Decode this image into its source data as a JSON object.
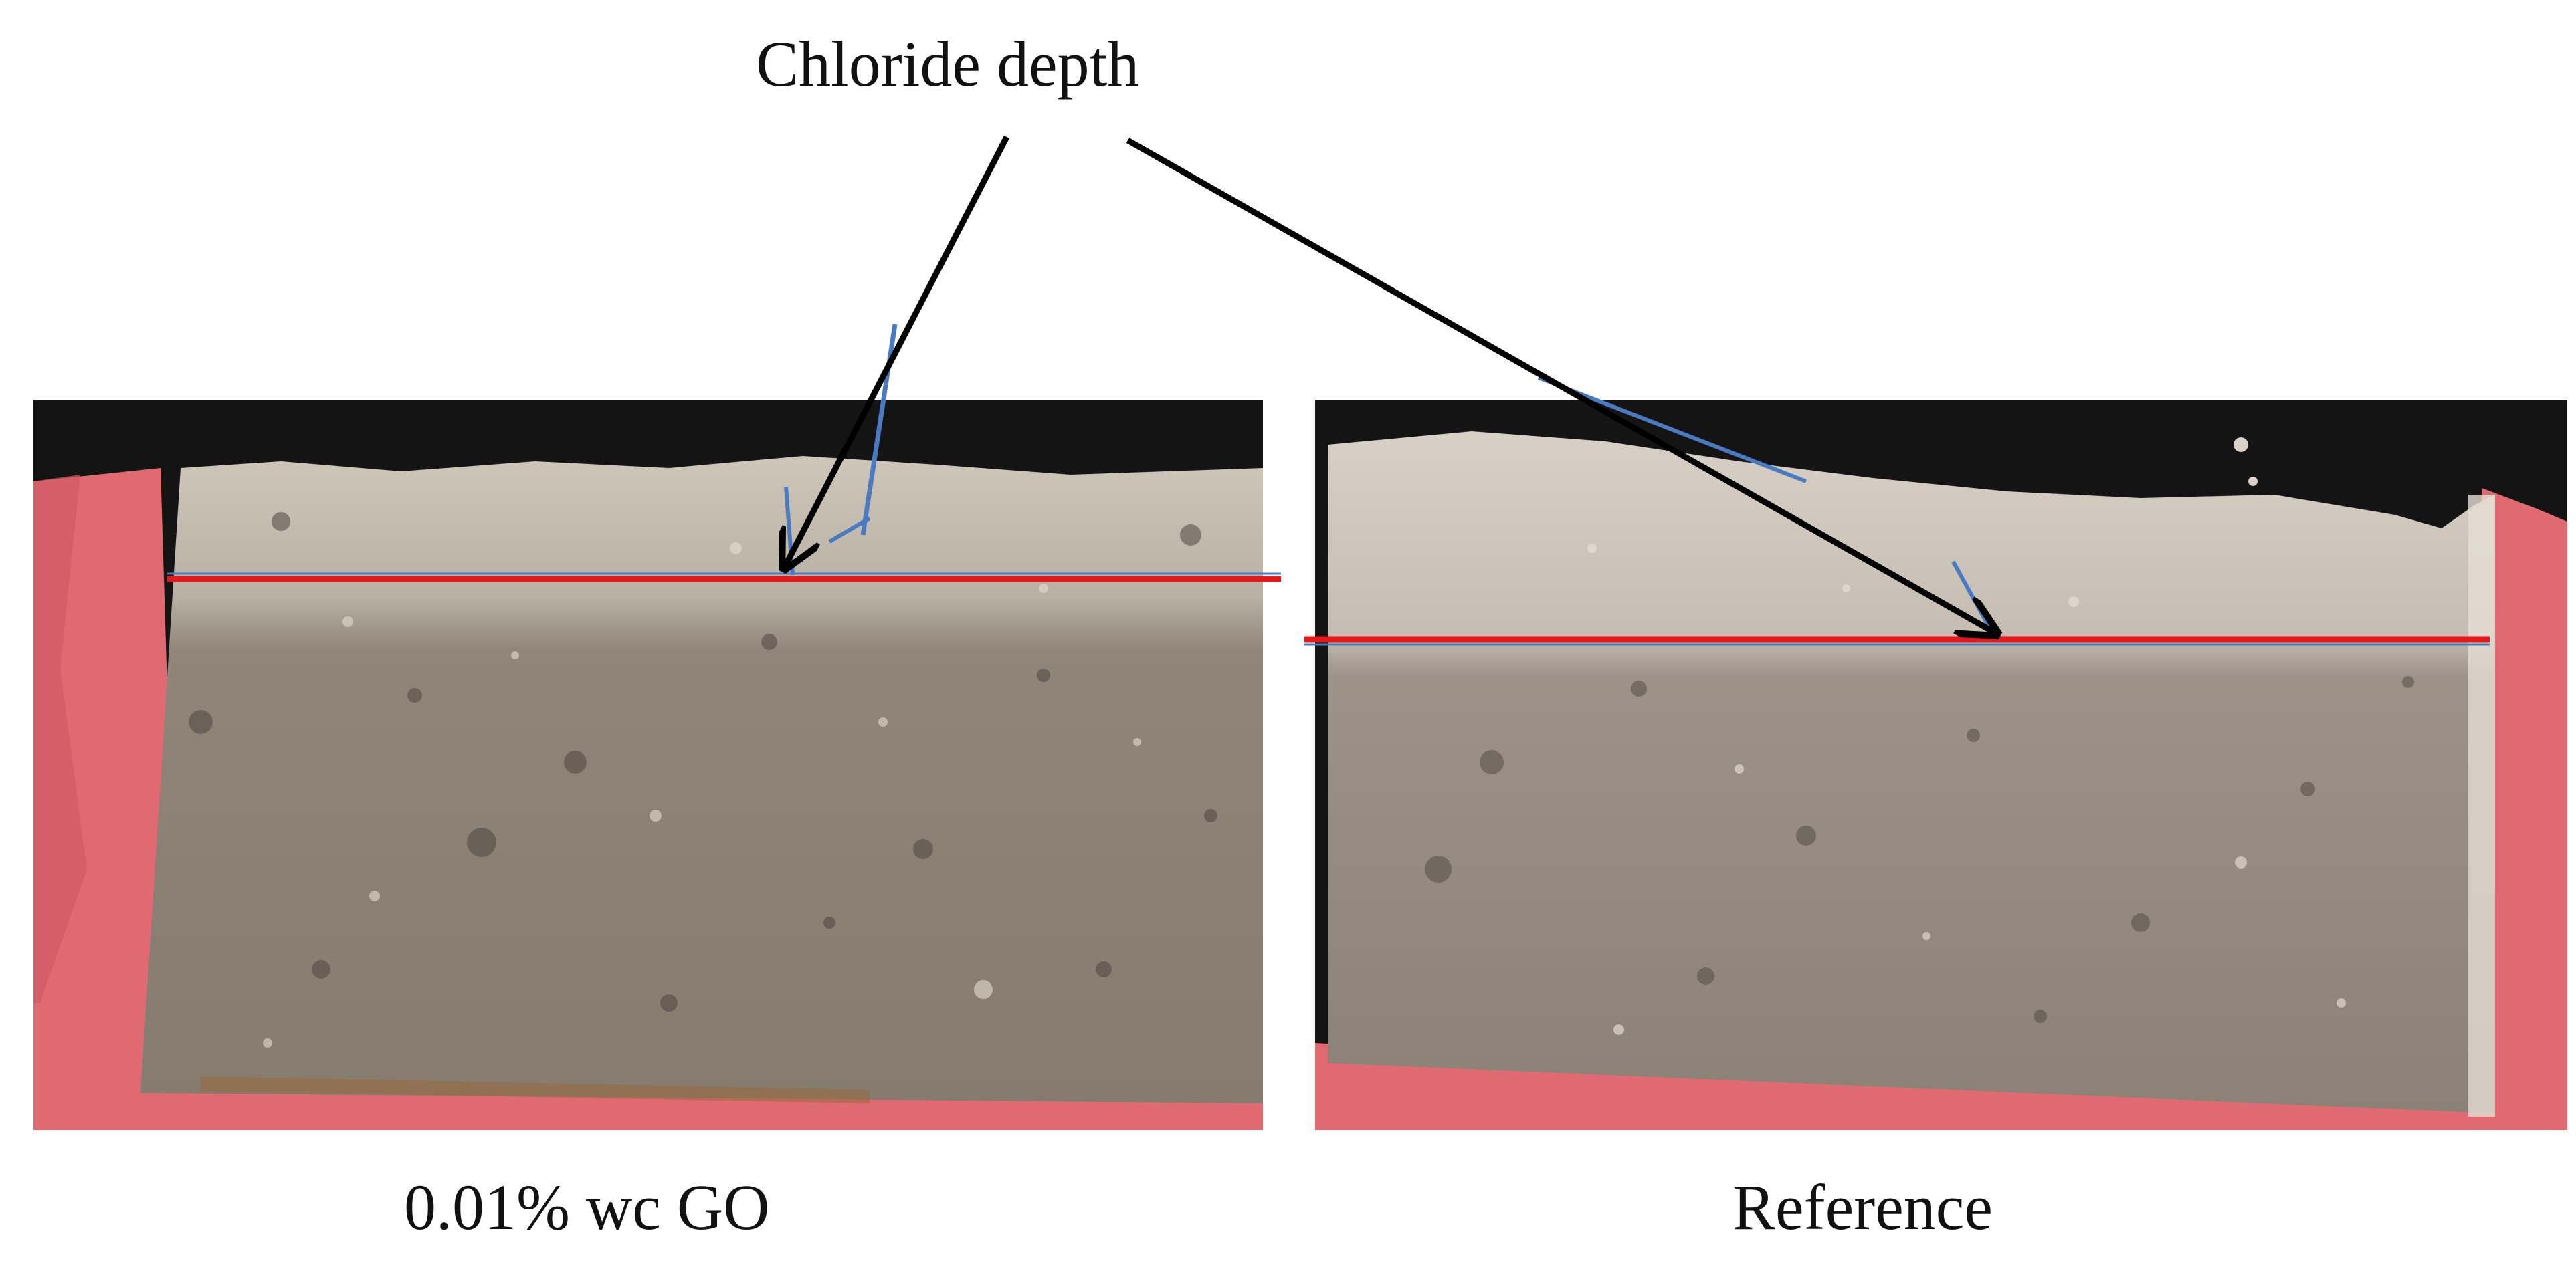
{
  "annotation": {
    "callout_text": "Chloride depth"
  },
  "panels": [
    {
      "id": "left",
      "caption": "0.01% wc GO"
    },
    {
      "id": "right",
      "caption": "Reference"
    }
  ],
  "colors": {
    "background": "#ffffff",
    "backdrop_black": "#141414",
    "cut_edge_pink": "#e06a72",
    "sample_top_light": "#c9c0b4",
    "sample_body_grey": "#8a8074",
    "depth_line_red": "#e3191c",
    "depth_line_blue": "#4a7bc0",
    "arrow_black": "#000000"
  }
}
